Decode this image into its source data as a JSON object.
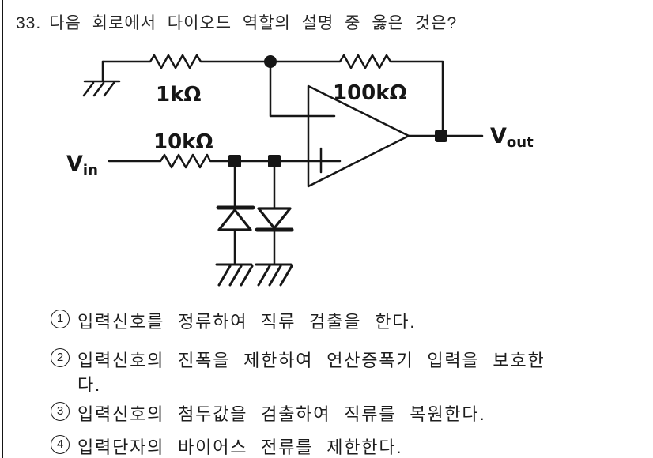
{
  "question": {
    "number": "33.",
    "text": "다음 회로에서 다이오드 역할의 설명 중 옳은 것은?"
  },
  "circuit": {
    "resistor_ground_label": "1kΩ",
    "resistor_input_label": "10kΩ",
    "resistor_feedback_label": "100kΩ",
    "vin": {
      "base": "V",
      "sub": "in"
    },
    "vout": {
      "base": "V",
      "sub": "out"
    },
    "line_color": "#161616"
  },
  "options": [
    {
      "num": "1",
      "lines": [
        "입력신호를 정류하여 직류 검출을 한다."
      ]
    },
    {
      "num": "2",
      "lines": [
        "입력신호의 진폭을 제한하여 연산증폭기 입력을 보호한",
        "다."
      ]
    },
    {
      "num": "3",
      "lines": [
        "입력신호의 첨두값을 검출하여 직류를 복원한다."
      ]
    },
    {
      "num": "4",
      "lines": [
        "입력단자의 바이어스 전류를 제한한다."
      ]
    }
  ]
}
